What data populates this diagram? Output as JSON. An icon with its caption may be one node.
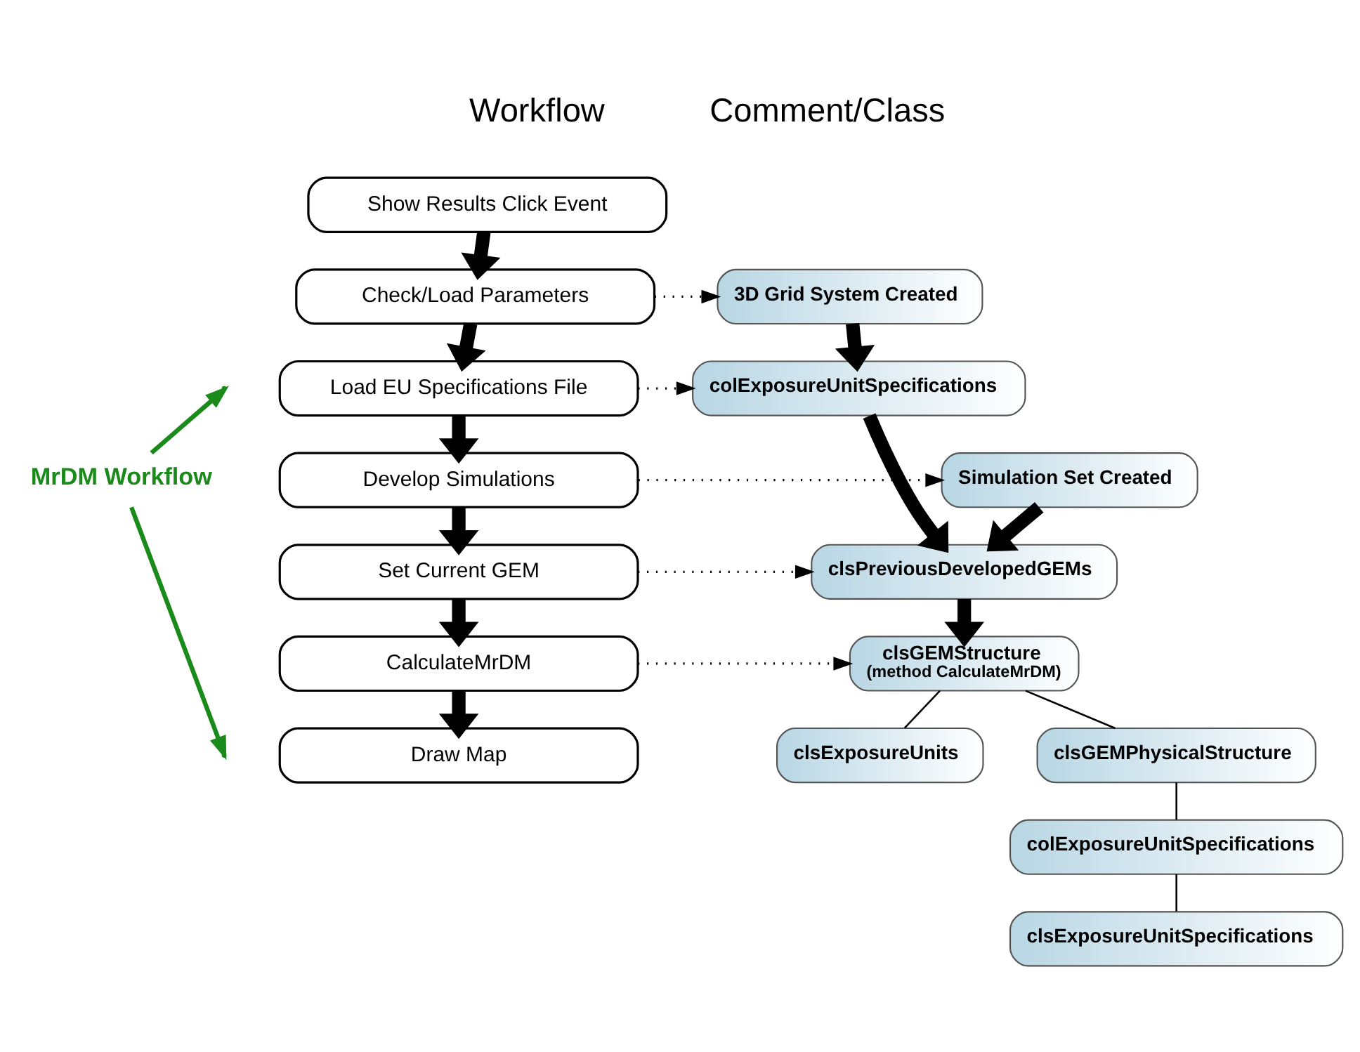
{
  "diagram": {
    "nodes": [
      {
        "text": [
          "Show Results Click Event"
        ]
      },
      {
        "text": [
          "Check/Load Parameters"
        ]
      },
      {
        "text": [
          "Load EU Specifications File"
        ]
      },
      {
        "text": [
          "Develop Simulations"
        ]
      },
      {
        "text": [
          "Set Current GEM"
        ]
      },
      {
        "text": [
          "CalculateMrDM"
        ]
      },
      {
        "text": [
          "Draw Map"
        ]
      },
      {
        "text": [
          "3D Grid System Created"
        ]
      },
      {
        "text": [
          "colExposureUnitSpecifications"
        ]
      },
      {
        "text": [
          "Simulation Set Created"
        ]
      },
      {
        "text": [
          "clsPreviousDevelopedGEMs"
        ]
      },
      {
        "text": [
          "clsGEMStructure",
          "(method CalculateMrDM)"
        ]
      },
      {
        "text": [
          "clsExposureUnits"
        ]
      },
      {
        "text": [
          "clsGEMPhysicalStructure"
        ]
      },
      {
        "text": [
          "colExposureUnitSpecifications"
        ]
      },
      {
        "text": [
          "clsExposureUnitSpecifications"
        ]
      },
      {
        "text": [
          "MrDM Workflow"
        ]
      }
    ],
    "edges": [
      {
        "from": 0,
        "to": 1,
        "arrow": "to",
        "style": "thick"
      },
      {
        "from": 1,
        "to": 2,
        "arrow": "to",
        "style": "thick"
      },
      {
        "from": 2,
        "to": 3,
        "arrow": "to",
        "style": "thick"
      },
      {
        "from": 3,
        "to": 4,
        "arrow": "to",
        "style": "thick"
      },
      {
        "from": 4,
        "to": 5,
        "arrow": "to",
        "style": "thick"
      },
      {
        "from": 5,
        "to": 6,
        "arrow": "to",
        "style": "thick"
      },
      {
        "from": 1,
        "to": 7,
        "arrow": "to",
        "style": "dashed"
      },
      {
        "from": 2,
        "to": 8,
        "arrow": "to",
        "style": "dashed"
      },
      {
        "from": 3,
        "to": 9,
        "arrow": "to",
        "style": "dashed"
      },
      {
        "from": 4,
        "to": 10,
        "arrow": "to",
        "style": "dashed"
      },
      {
        "from": 5,
        "to": 11,
        "arrow": "to",
        "style": "dashed"
      },
      {
        "from": 7,
        "to": 8,
        "arrow": "to",
        "style": "thick"
      },
      {
        "from": 9,
        "to": 10,
        "arrow": "to",
        "style": "thick"
      },
      {
        "from": 8,
        "to": 10,
        "arrow": "to",
        "style": "thick"
      },
      {
        "from": 10,
        "to": 11,
        "arrow": "to",
        "style": "thick"
      },
      {
        "from": 11,
        "to": 12,
        "arrow": "none"
      },
      {
        "from": 11,
        "to": 13,
        "arrow": "none"
      },
      {
        "from": 13,
        "to": 14,
        "arrow": "none"
      },
      {
        "from": 14,
        "to": 15,
        "arrow": "none"
      },
      {
        "from": 16,
        "to": null,
        "arrow": "to",
        "color": "#1a8a1a"
      },
      {
        "from": 16,
        "to": null,
        "arrow": "to",
        "color": "#1a8a1a"
      }
    ],
    "labels": [
      "Workflow",
      "Comment/Class"
    ]
  }
}
